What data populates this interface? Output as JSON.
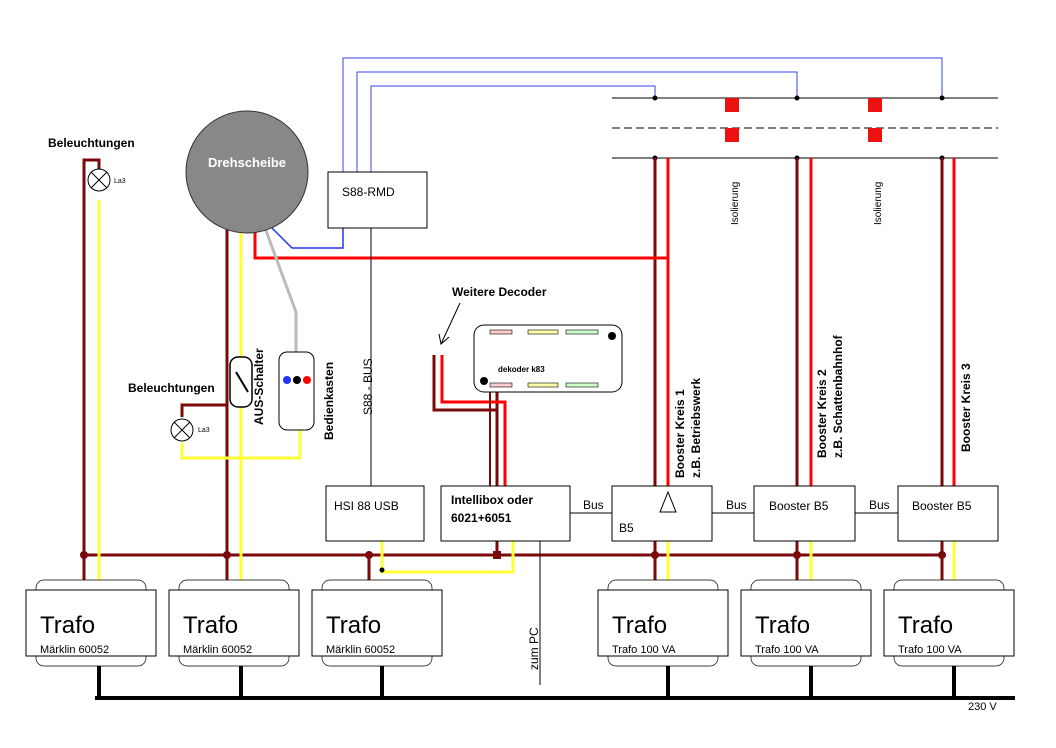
{
  "turntable": {
    "label": "Drehscheibe"
  },
  "lighting": [
    {
      "label": "Beleuchtungen",
      "lamp": "La3"
    },
    {
      "label": "Beleuchtungen",
      "lamp": "La3"
    }
  ],
  "switch": {
    "label": "AUS-Schalter"
  },
  "control_box": {
    "label": "Bedienkasten"
  },
  "s88_rmd": {
    "label": "S88-RMD"
  },
  "s88_bus": {
    "label": "S88 - BUS"
  },
  "hsi": {
    "label": "HSI 88 USB"
  },
  "intellibox": {
    "line1": "Intellibox  oder",
    "line2": "6021+6051"
  },
  "decoder": {
    "more_label": "Weitere Decoder",
    "label": "dekoder k83"
  },
  "b5_box": {
    "label": "B5"
  },
  "bus_labels": [
    "Bus",
    "Bus",
    "Bus"
  ],
  "boosters": [
    {
      "label": "Booster B5"
    },
    {
      "label": "Booster B5"
    }
  ],
  "booster_circuits": [
    {
      "line1": "Booster Kreis 1",
      "line2": "z.B. Betriebswerk"
    },
    {
      "line1": "Booster Kreis 2",
      "line2": "z.B. Schattenbahnhof"
    },
    {
      "line1": "Booster Kreis 3",
      "line2": ""
    }
  ],
  "isolation": [
    "Isolierung",
    "Isolierung"
  ],
  "to_pc": "zum PC",
  "mains": "230 V",
  "trafos": [
    {
      "title": "Trafo",
      "model": "Märklin 60052"
    },
    {
      "title": "Trafo",
      "model": "Märklin 60052"
    },
    {
      "title": "Trafo",
      "model": "Märklin 60052"
    },
    {
      "title": "Trafo",
      "model": "Trafo 100 VA"
    },
    {
      "title": "Trafo",
      "model": "Trafo 100 VA"
    },
    {
      "title": "Trafo",
      "model": "Trafo 100 VA"
    }
  ],
  "colors": {
    "brown": "#7a0a0a",
    "red": "#ff0000",
    "yellow": "#ffff33",
    "blue": "#2222ff",
    "black": "#000000",
    "grey": "#888888"
  }
}
